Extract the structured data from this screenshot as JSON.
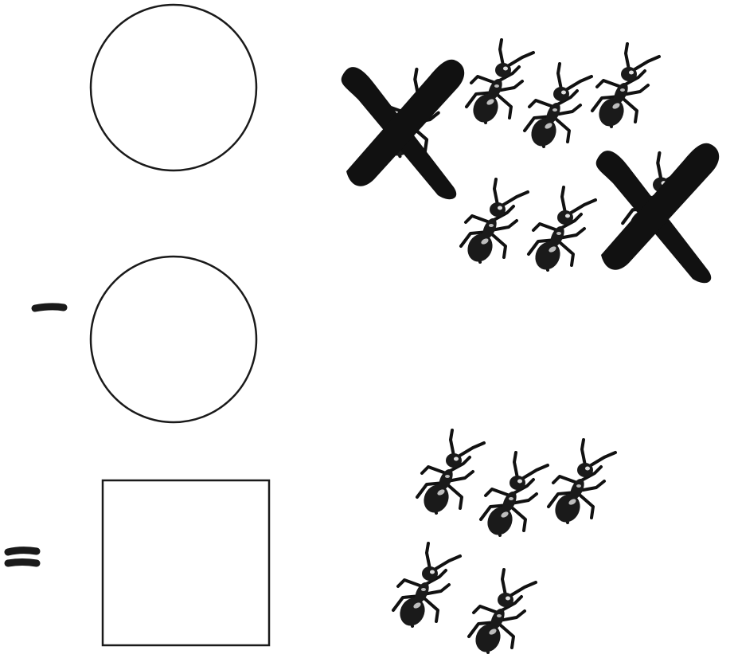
{
  "worksheet": {
    "operators": {
      "minus": "−",
      "equals": "="
    },
    "answer_slots": [
      {
        "shape": "circle",
        "value": ""
      },
      {
        "shape": "circle",
        "value": ""
      },
      {
        "shape": "square",
        "value": ""
      }
    ],
    "picture_groups": [
      {
        "icon": "ant-icon",
        "count": 7,
        "crossed_out": 2
      },
      {
        "icon": "ant-icon",
        "count": 5,
        "crossed_out": 0
      }
    ],
    "colors": {
      "ink": "#1a1a1a",
      "paper": "#ffffff"
    }
  }
}
